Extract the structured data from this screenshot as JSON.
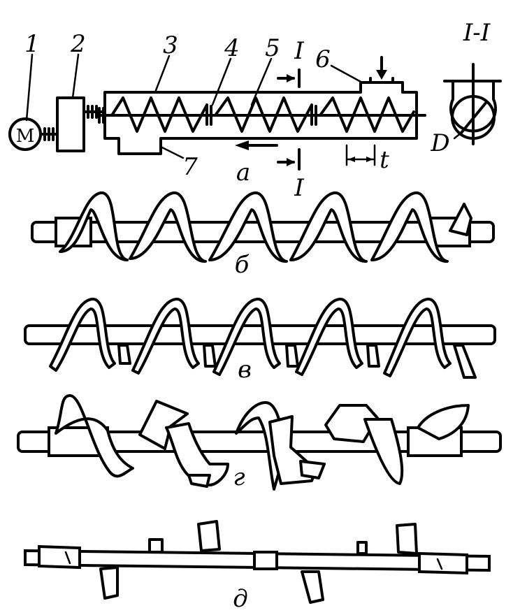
{
  "schematic": {
    "labels": [
      "1",
      "2",
      "3",
      "4",
      "5",
      "6",
      "7"
    ],
    "motor_symbol": "M",
    "section_mark": "I",
    "section_title": "I-I",
    "dim_a": "a",
    "dim_t": "t",
    "dim_D": "D"
  },
  "views": {
    "b": "б",
    "v": "в",
    "g": "г",
    "d": "д"
  }
}
